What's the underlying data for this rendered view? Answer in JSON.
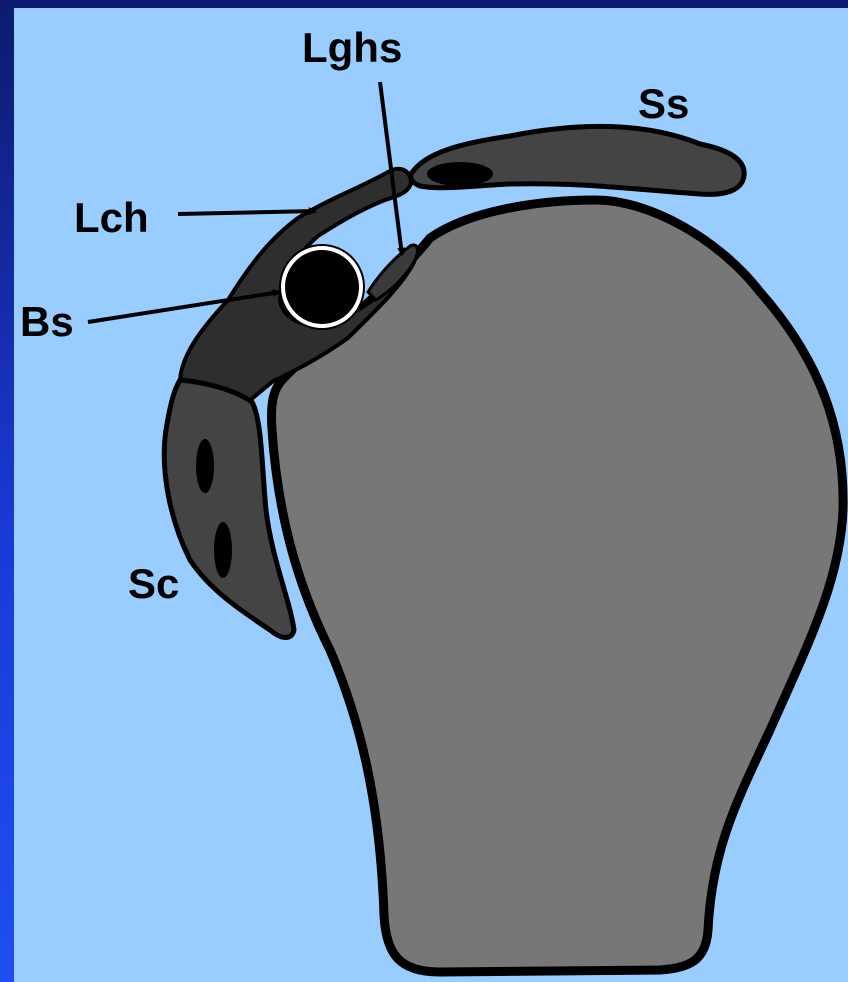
{
  "labels": {
    "lghs": "Lghs",
    "ss": "Ss",
    "lch": "Lch",
    "bs": "Bs",
    "sc": "Sc"
  },
  "colors": {
    "border_gradient_top": "#0d1a6e",
    "border_gradient_bottom": "#1f4ff0",
    "background": "#99ccff",
    "humerus_fill": "#777777",
    "ligament_fill": "#2e2e2e",
    "tendon_fill": "#444444",
    "outline": "#000000"
  }
}
